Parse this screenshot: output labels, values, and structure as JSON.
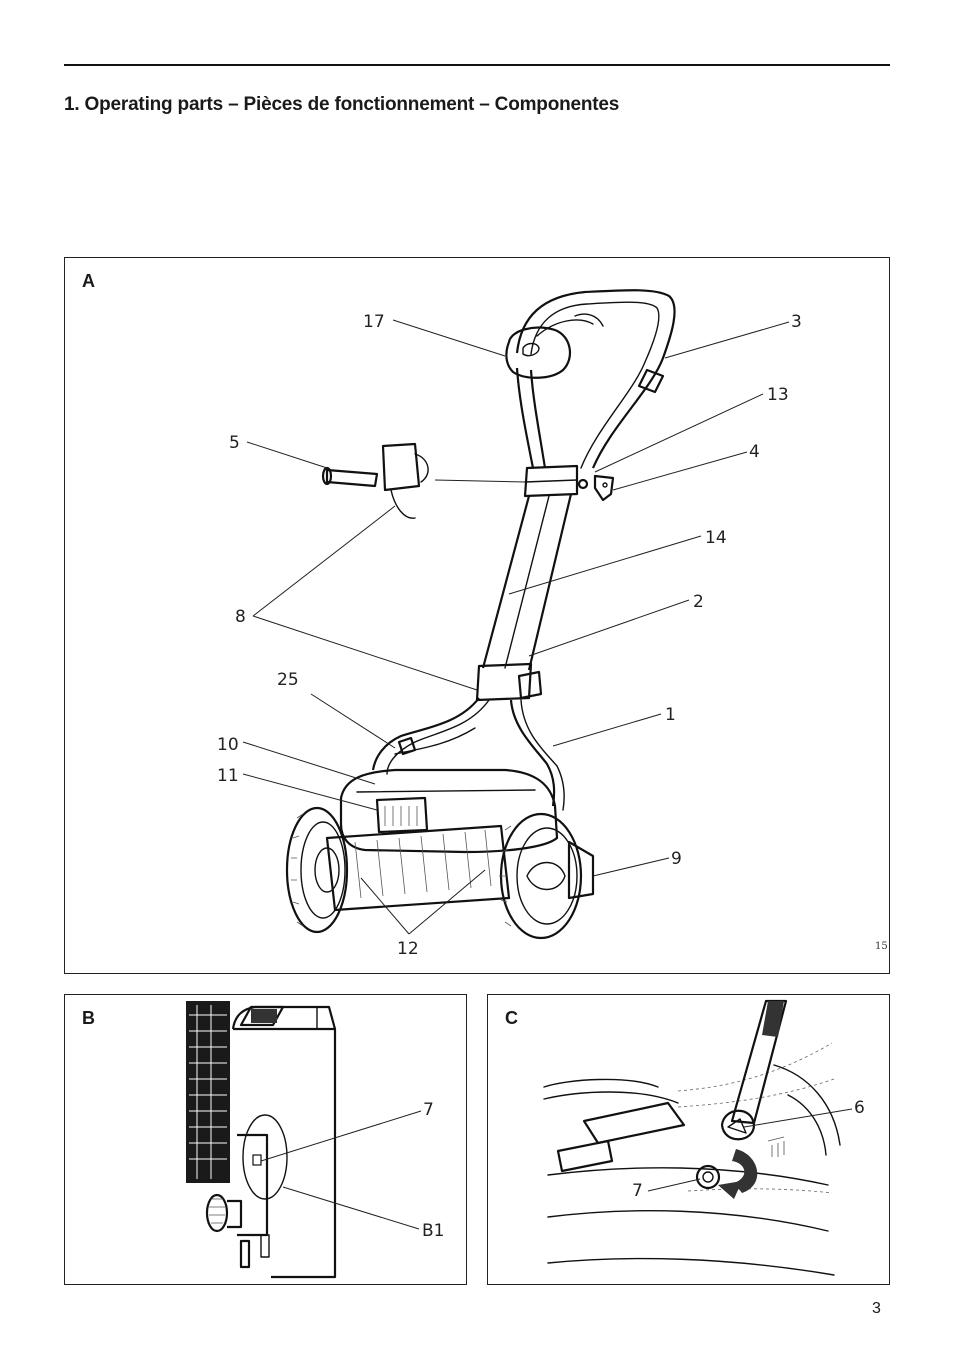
{
  "heading": "1. Operating parts – Pièces de fonctionnement – Componentes",
  "page_number": "3",
  "panel_a": {
    "letter": "A",
    "callouts": {
      "c17": "17",
      "c3": "3",
      "c13": "13",
      "c5": "5",
      "c4": "4",
      "c14": "14",
      "c8": "8",
      "c2": "2",
      "c25": "25",
      "c1": "1",
      "c10": "10",
      "c11": "11",
      "c9": "9",
      "c12": "12"
    },
    "corner_mark": "15"
  },
  "panel_b": {
    "letter": "B",
    "callouts": {
      "c7": "7",
      "cB1": "B1"
    }
  },
  "panel_c": {
    "letter": "C",
    "callouts": {
      "c6": "6",
      "c7": "7"
    }
  }
}
